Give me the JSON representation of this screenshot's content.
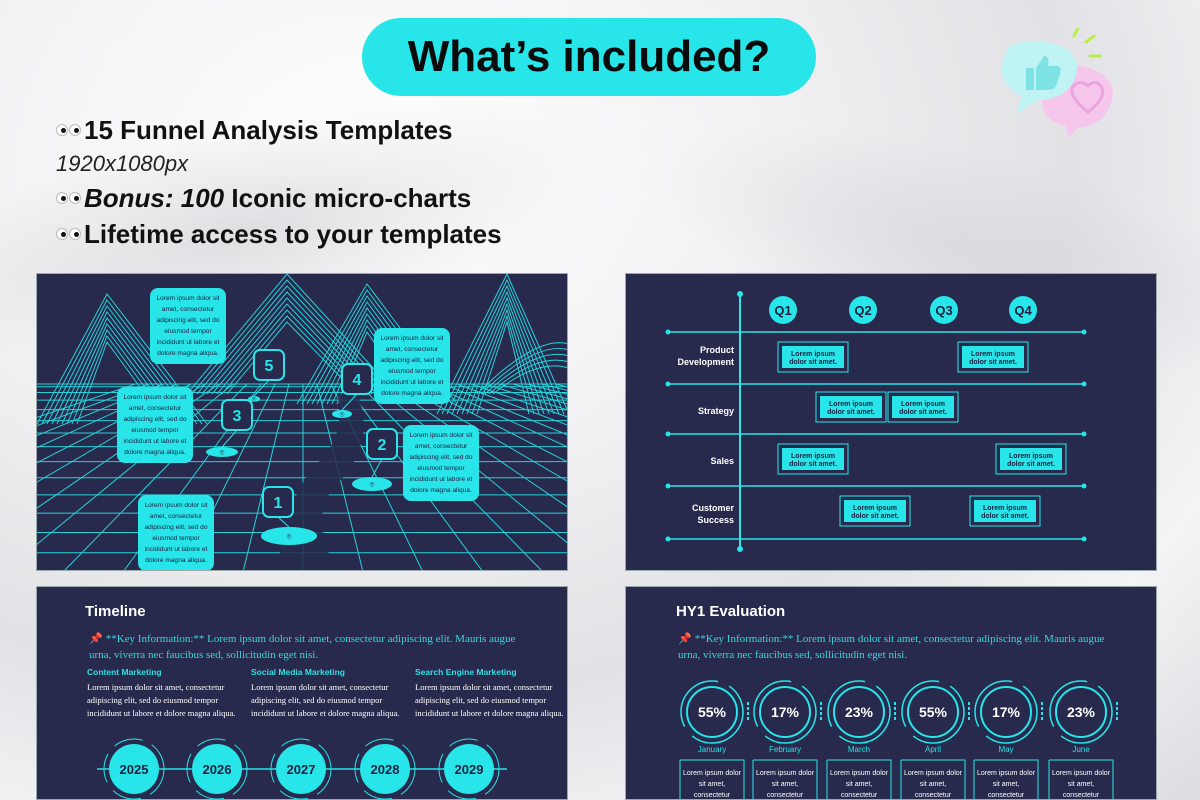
{
  "header": {
    "title": "What’s included?"
  },
  "features": [
    {
      "text": "15 Funnel Analysis Templates"
    },
    {
      "resolution": "1920x1080px"
    },
    {
      "bonus_label": "Bonus: 100",
      "text": " Iconic micro-charts"
    },
    {
      "text": "Lifetime access to your templates"
    }
  ],
  "slide1": {
    "bubble_text": [
      "Lorem ipsum dolor sit",
      "amet, consectetur",
      "adipiscing elit, sed do",
      "eiusmod tempor",
      "incididunt ut labore et",
      "dolore magna aliqua."
    ],
    "steps": [
      "1",
      "2",
      "3",
      "4",
      "5"
    ]
  },
  "slide2": {
    "quarters": [
      "Q1",
      "Q2",
      "Q3",
      "Q4"
    ],
    "rows": [
      "Product",
      "Development",
      "Strategy",
      "Sales",
      "Customer",
      "Success"
    ],
    "chip_line1": "Lorem ipsum",
    "chip_line2": "dolor sit amet."
  },
  "slide3": {
    "title": "Timeline",
    "key_info": "**Key Information:** Lorem ipsum dolor sit amet, consectetur adipiscing elit. Mauris augue urna, viverra nec faucibus sed, sollicitudin eget nisi.",
    "columns": [
      {
        "heading": "Content Marketing",
        "body": "Lorem ipsum dolor sit amet, consectetur adipiscing elit, sed do eiusmod tempor incididunt ut labore et dolore magna aliqua."
      },
      {
        "heading": "Social Media Marketing",
        "body": "Lorem ipsum dolor sit amet, consectetur adipiscing elit, sed do eiusmod tempor incididunt ut labore et dolore magna aliqua."
      },
      {
        "heading": "Search Engine Marketing",
        "body": "Lorem ipsum dolor sit amet, consectetur adipiscing elit, sed do eiusmod tempor incididunt ut labore et dolore magna aliqua."
      }
    ],
    "years": [
      "2025",
      "2026",
      "2027",
      "2028",
      "2029"
    ]
  },
  "slide4": {
    "title": "HY1 Evaluation",
    "key_info": "**Key Information:** Lorem ipsum dolor sit amet, consectetur adipiscing elit. Mauris augue urna, viverra nec faucibus sed, sollicitudin eget nisi.",
    "months": [
      {
        "pct": "55%",
        "label": "January"
      },
      {
        "pct": "17%",
        "label": "February"
      },
      {
        "pct": "23%",
        "label": "March"
      },
      {
        "pct": "55%",
        "label": "April"
      },
      {
        "pct": "17%",
        "label": "May"
      },
      {
        "pct": "23%",
        "label": "June"
      }
    ],
    "card_lines": [
      "Lorem ipsum dolor",
      "sit amet,",
      "consectetur"
    ]
  },
  "colors": {
    "accent": "#27e5e8",
    "panel": "#272a4c",
    "text_dark": "#111111"
  },
  "icons": [
    "eyes-icon",
    "thumbs-up-icon",
    "heart-icon",
    "map-pin-icon",
    "pushpin-icon"
  ]
}
